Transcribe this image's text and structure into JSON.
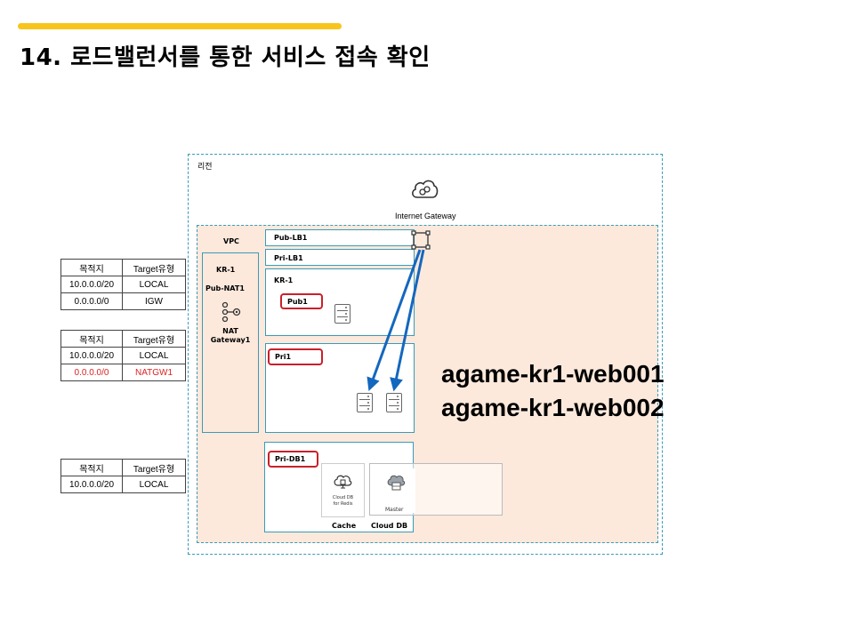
{
  "title": "14. 로드밸런서를 통한 서비스 접속 확인",
  "colors": {
    "accent": "#F8C51C",
    "vpc_fill": "#FCE9DC",
    "region_border": "#3A9BB8",
    "redbox": "#C8202A",
    "arrow": "#1467BE"
  },
  "diagram": {
    "region_label": "리전",
    "igw_label": "Internet Gateway",
    "vpc_label": "VPC",
    "kr1_left_label": "KR-1",
    "pub_nat_label": "Pub-NAT1",
    "nat_label_line1": "NAT",
    "nat_label_line2": "Gateway1",
    "pub_lb_label": "Pub-LB1",
    "pri_lb_label": "Pri-LB1",
    "kr1_right_label": "KR-1",
    "pub1_label": "Pub1",
    "pri1_label": "Pri1",
    "pri_db_label": "Pri-DB1",
    "redis_label_line1": "Cloud DB",
    "redis_label_line2": "for Redis",
    "master_label": "Master",
    "cache_label": "Cache",
    "clouddb_label": "Cloud DB",
    "icons": [
      "cloud-icon",
      "load-balancer-icon",
      "nat-gateway-icon",
      "server-icon",
      "redis-icon",
      "database-icon"
    ]
  },
  "route_tables": [
    {
      "headers": [
        "목적지",
        "Target유형"
      ],
      "rows": [
        [
          "10.0.0.0/20",
          "LOCAL"
        ],
        [
          "0.0.0.0/0",
          "IGW"
        ]
      ]
    },
    {
      "headers": [
        "목적지",
        "Target유형"
      ],
      "rows": [
        [
          "10.0.0.0/20",
          "LOCAL"
        ],
        [
          "0.0.0.0/0",
          "NATGW1"
        ]
      ]
    },
    {
      "headers": [
        "목적지",
        "Target유형"
      ],
      "rows": [
        [
          "10.0.0.0/20",
          "LOCAL"
        ]
      ]
    }
  ],
  "server_names": [
    "agame-kr1-web001",
    "agame-kr1-web002"
  ]
}
